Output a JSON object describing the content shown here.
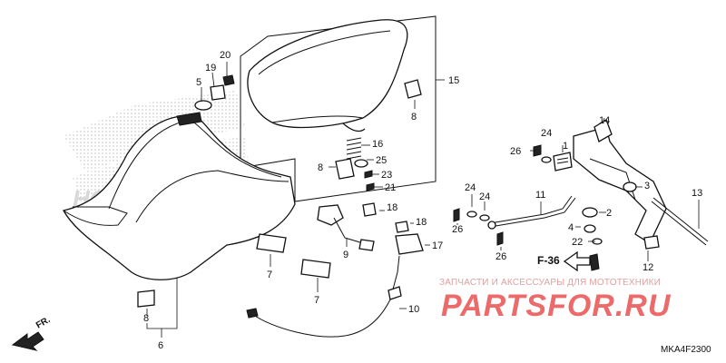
{
  "diagram": {
    "callouts": [
      "1",
      "2",
      "3",
      "4",
      "5",
      "6",
      "7",
      "8",
      "9",
      "10",
      "11",
      "12",
      "13",
      "14",
      "15",
      "16",
      "17",
      "18",
      "19",
      "20",
      "21",
      "22",
      "23",
      "24",
      "25",
      "26"
    ],
    "ref_label": "F-36",
    "front_label": "FR.",
    "diagram_code": "MKA4F2300",
    "watermark_text": "ЗАПЧАСТИ И АКСЕССУАРЫ ДЛЯ МОТОТЕХНИКИ",
    "watermark_brand": "PARTSFOR.RU",
    "background_logo": "HONDA",
    "colors": {
      "line": "#111111",
      "watermark": "#ec6a6a"
    }
  }
}
